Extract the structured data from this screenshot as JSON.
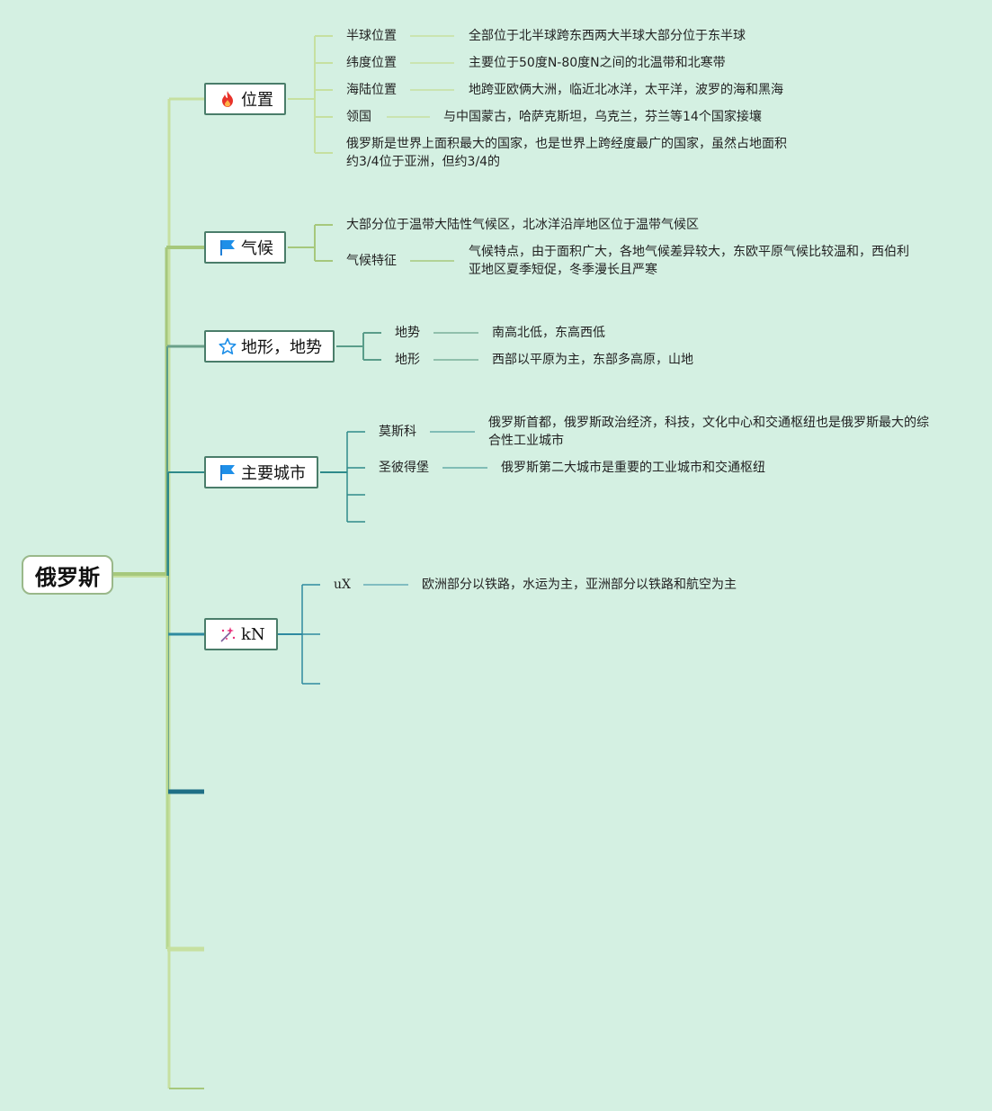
{
  "root": {
    "label": "俄罗斯"
  },
  "topics": {
    "location": {
      "label": "位置",
      "icon": "fire-icon",
      "items": [
        {
          "label": "半球位置",
          "desc": "全部位于北半球跨东西两大半球大部分位于东半球"
        },
        {
          "label": "纬度位置",
          "desc": "主要位于50度N-80度N之间的北温带和北寒带"
        },
        {
          "label": "海陆位置",
          "desc": "地跨亚欧俩大洲，临近北冰洋，太平洋，波罗的海和黑海"
        },
        {
          "label": "领国",
          "desc": "与中国蒙古，哈萨克斯坦，乌克兰，芬兰等14个国家接壤"
        }
      ],
      "note": "俄罗斯是世界上面积最大的国家，也是世界上跨经度最广的国家，虽然占地面积约3/4位于亚洲，但约3/4的"
    },
    "climate": {
      "label": "气候",
      "icon": "flag-icon",
      "note": "大部分位于温带大陆性气候区，北冰洋沿岸地区位于温带气候区",
      "items": [
        {
          "label": "气候特征",
          "desc": "气候特点，由于面积广大，各地气候差异较大，东欧平原气候比较温和，西伯利亚地区夏季短促，冬季漫长且严寒"
        }
      ]
    },
    "terrain": {
      "label": "地形，地势",
      "icon": "star-icon",
      "items": [
        {
          "label": "地势",
          "desc": "南高北低，东高西低"
        },
        {
          "label": "地形",
          "desc": "西部以平原为主，东部多高原，山地"
        }
      ]
    },
    "cities": {
      "label": "主要城市",
      "icon": "flag-icon",
      "items": [
        {
          "label": "莫斯科",
          "desc": "俄罗斯首都，俄罗斯政治经济，科技，文化中心和交通枢纽也是俄罗斯最大的综合性工业城市"
        },
        {
          "label": "圣彼得堡",
          "desc": "俄罗斯第二大城市是重要的工业城市和交通枢纽"
        }
      ]
    },
    "transport": {
      "label": "kN",
      "icon": "sparkle-icon",
      "items": [
        {
          "label": "uX",
          "desc": "欧洲部分以铁路，水运为主，亚洲部分以铁路和航空为主"
        }
      ]
    }
  },
  "colors": {
    "background": "#d4f0e2",
    "branch_light": "#c6e0a0",
    "branch_mid": "#a6c87c",
    "branch_teal": "#2e8a8a",
    "branch_dark": "#1f6f86"
  }
}
